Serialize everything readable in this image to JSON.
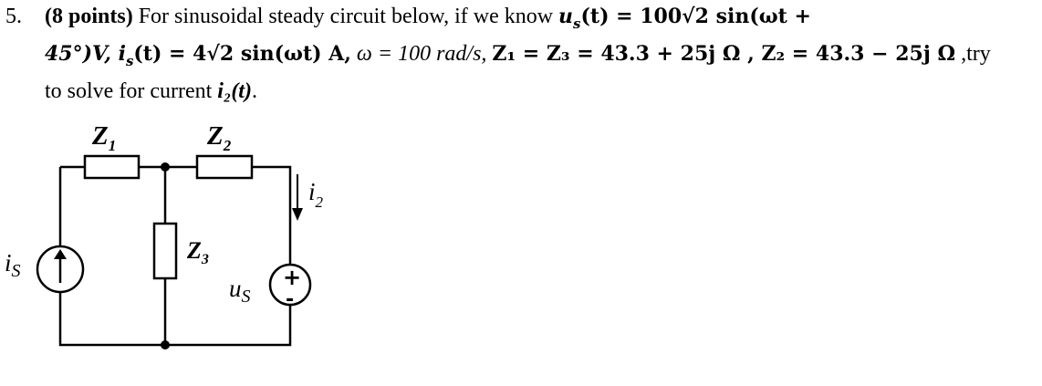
{
  "problem": {
    "number": "5.",
    "points": "(8 points)",
    "intro": " For sinusoidal steady circuit below, if we know ",
    "us_eq": "u",
    "us_sub": "s",
    "us_rhs": "(t) = 100√2 sin(ωt +",
    "line2_a": "45°)V, ",
    "is_sym": "i",
    "is_sub": "s",
    "is_rhs": "(t) = 4√2 sin(ωt) A,",
    "omega": " ω = 100 rad/s, ",
    "z13": "Z₁ = Z₃ = 43.3 + 25j Ω ,  ",
    "z2": "Z₂ = 43.3 − 25j Ω",
    "try": " ,try",
    "line3_a": "to solve for current ",
    "line3_b": "i₂(t)",
    "line3_c": "."
  },
  "circuit": {
    "z1_label": "Z",
    "z1_sub": "1",
    "z2_label": "Z",
    "z2_sub": "2",
    "z3_label": "Z",
    "z3_sub": "3",
    "is_label": "i",
    "is_sub": "S",
    "us_label": "u",
    "us_sub": "S",
    "i2_label": "i",
    "i2_sub": "2",
    "plus": "+",
    "minus": "-"
  }
}
